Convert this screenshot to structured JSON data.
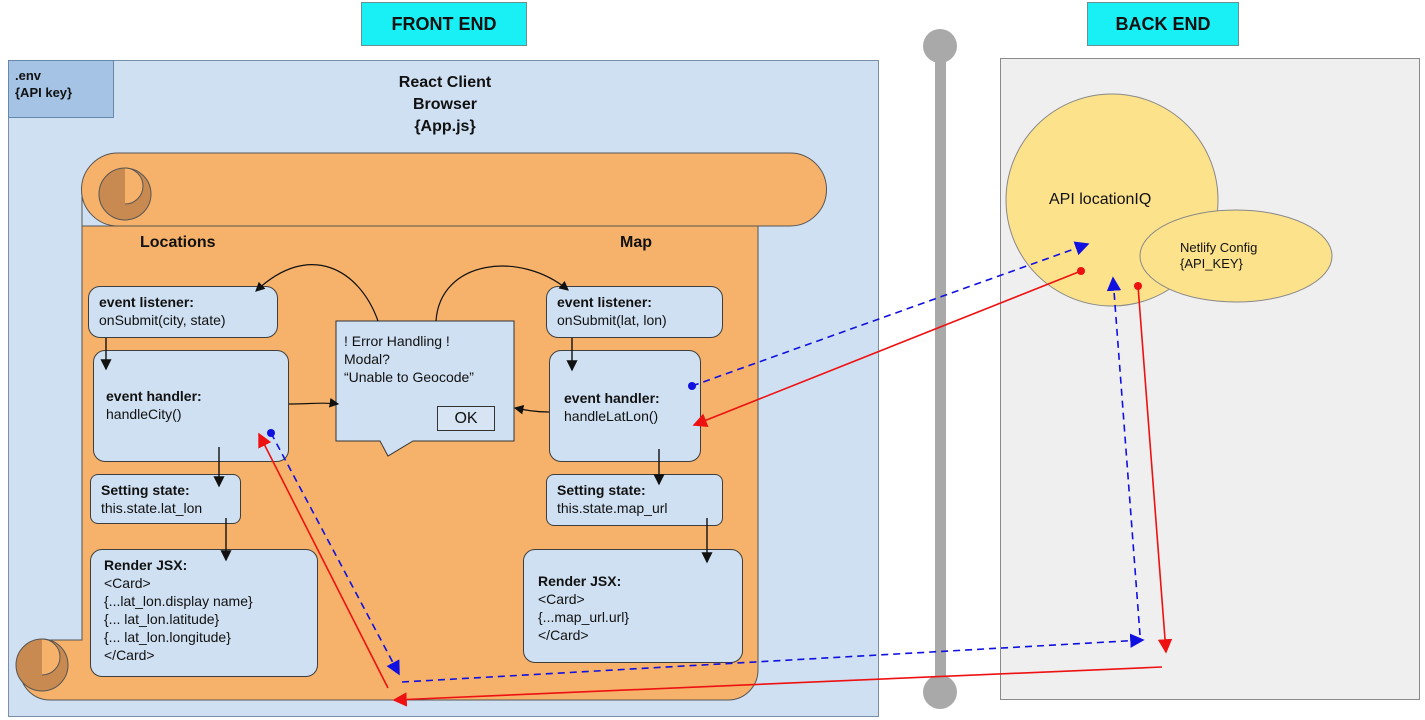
{
  "headers": {
    "front_end": "FRONT END",
    "back_end": "BACK END"
  },
  "env": {
    "line1": ".env",
    "line2": "{API key}"
  },
  "client": {
    "line1": "React Client",
    "line2": "Browser",
    "line3": "{App.js}"
  },
  "sections": {
    "locations": "Locations",
    "map": "Map"
  },
  "locations": {
    "listener": {
      "title": "event listener:",
      "body": "onSubmit(city, state)"
    },
    "handler": {
      "title": "event handler:",
      "body": "handleCity()"
    },
    "state": {
      "title": "Setting state:",
      "body": "this.state.lat_lon"
    },
    "render": {
      "title": "Render JSX:",
      "lines": [
        "<Card>",
        "{...lat_lon.display name}",
        "{... lat_lon.latitude}",
        "{... lat_lon.longitude}",
        "</Card>"
      ]
    }
  },
  "map": {
    "listener": {
      "title": "event listener:",
      "body": "onSubmit(lat, lon)"
    },
    "handler": {
      "title": "event handler:",
      "body": "handleLatLon()"
    },
    "state": {
      "title": "Setting state:",
      "body": "this.state.map_url"
    },
    "render": {
      "title": "Render JSX:",
      "lines": [
        "<Card>",
        "{...map_url.url}",
        "</Card>"
      ]
    }
  },
  "modal": {
    "lines": [
      "! Error Handling !",
      "Modal?",
      "“Unable to Geocode”"
    ],
    "ok": "OK"
  },
  "api": {
    "label": "API locationIQ"
  },
  "netlify": {
    "line1": "Netlify Config",
    "line2": "{API_KEY}"
  },
  "colors": {
    "header": "#19f0f5",
    "frontend_panel": "#cfe0f2",
    "scroll": "#f6b26b",
    "scroll_curl": "#c88a50",
    "api_circle": "#fde28c",
    "request_arrow": "#1010e0",
    "response_arrow": "#ee1111",
    "divider": "#a9a9a9"
  }
}
